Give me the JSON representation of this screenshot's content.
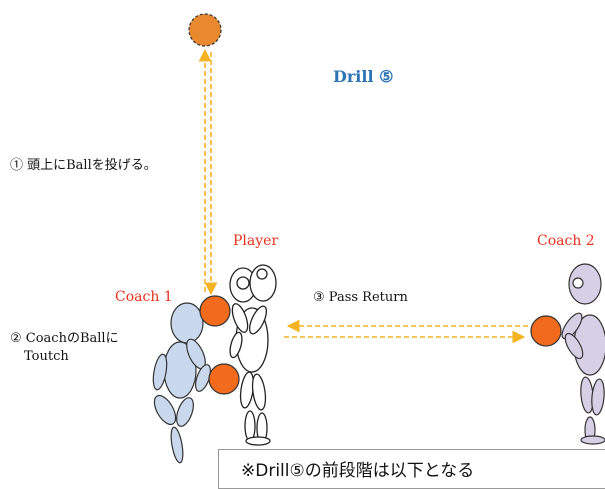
{
  "title": "Drill ⑤",
  "labels": {
    "player": "Player",
    "coach1": "Coach 1",
    "coach2": "Coach 2"
  },
  "steps": {
    "step1": "① 頭上にBallを投げる。",
    "step2_line1": "② CoachのBallに",
    "step2_line2": "Toutch",
    "step3": "③ Pass Return"
  },
  "note": {
    "text": "※Drill⑤の前段階は以下となる"
  },
  "colors": {
    "title": "#2e74b5",
    "name_label": "#e8321e",
    "ball": "#f26b1d",
    "arrow": "#f5b323",
    "coach_body": "#c9d8ec",
    "coach2_body": "#d7cfe6"
  }
}
